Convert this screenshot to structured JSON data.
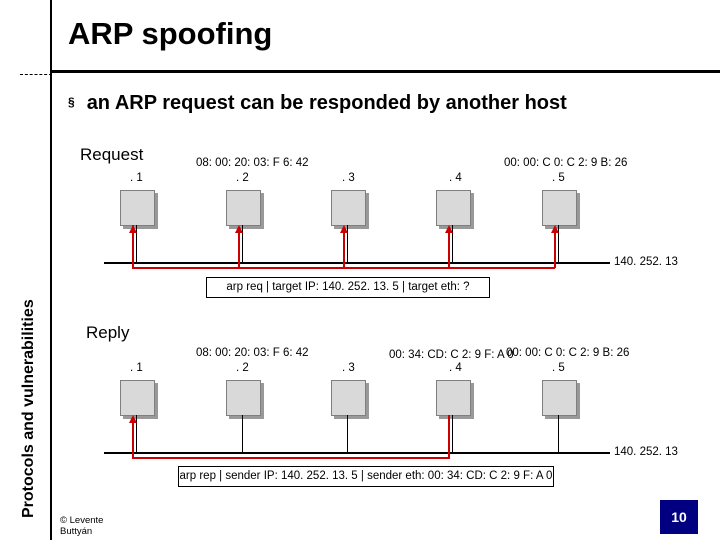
{
  "slide": {
    "title": "ARP spoofing",
    "vertical_label": "Protocols and vulnerabilities",
    "bullet_mark": "§",
    "bullet": "an ARP request can be responded by another host",
    "footer": "© Levente Buttyán",
    "page_number": "10"
  },
  "request": {
    "label": "Request",
    "hosts": [
      {
        "suffix": ". 1",
        "mac": ""
      },
      {
        "suffix": ". 2",
        "mac": "08: 00: 20: 03: F 6: 42"
      },
      {
        "suffix": ". 3",
        "mac": ""
      },
      {
        "suffix": ". 4",
        "mac": ""
      },
      {
        "suffix": ". 5",
        "mac": "00: 00: C 0: C 2: 9 B: 26"
      }
    ],
    "network": "140. 252. 13",
    "frame": "arp req | target IP: 140. 252. 13. 5 | target eth: ?"
  },
  "reply": {
    "label": "Reply",
    "hosts": [
      {
        "suffix": ". 1",
        "mac": ""
      },
      {
        "suffix": ". 2",
        "mac": "08: 00: 20: 03: F 6: 42"
      },
      {
        "suffix": ". 3",
        "mac": ""
      },
      {
        "suffix": ". 4",
        "mac": "00: 34: CD: C 2: 9 F: A 0"
      },
      {
        "suffix": ". 5",
        "mac": "00: 00: C 0: C 2: 9 B: 26"
      }
    ],
    "network": "140. 252. 13",
    "frame": "arp rep | sender IP: 140. 252. 13. 5 | sender eth: 00: 34: CD: C 2: 9 F: A 0"
  },
  "colors": {
    "arrow": "#cc0000",
    "host_fill": "#d9d9d9",
    "badge": "#000080"
  }
}
